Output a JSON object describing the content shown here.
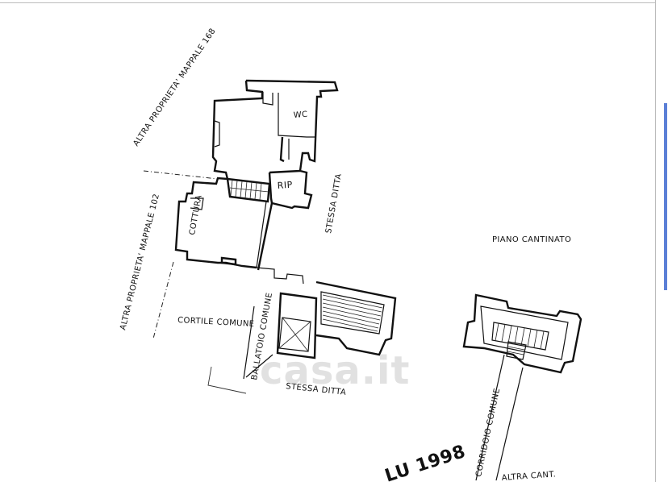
{
  "labels": {
    "altra_mappale_168": "ALTRA PROPRIETA' MAPPALE 168",
    "altra_mappale_102": "ALTRA PROPRIETA' MAPPALE 102",
    "wc": "WC",
    "rip": "RIP",
    "cottura": "COTTURA",
    "stessa_ditta_right": "STESSA DITTA",
    "piano_cantinato": "PIANO CANTINATO",
    "cortile_comune": "CORTILE COMUNE",
    "ballatoio_comune": "BALLATOIO COMUNE",
    "stessa_ditta_bottom": "STESSA DITTA",
    "corridoio_comune": "CORRIDOIO COMUNE",
    "altra_cant": "ALTRA CANT.",
    "year_stamp": "LU 1998"
  },
  "watermark": "casa.it",
  "colors": {
    "ink": "#111111",
    "scroll_accent": "#5b7fd6"
  }
}
